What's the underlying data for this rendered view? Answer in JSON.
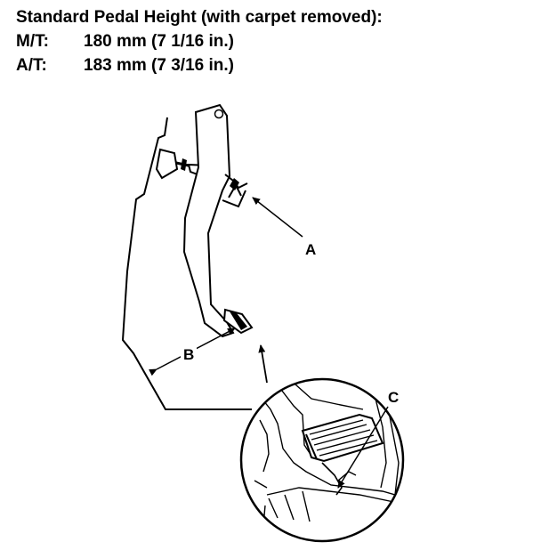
{
  "spec": {
    "title": "Standard Pedal Height (with carpet removed):",
    "rows": [
      {
        "label": "M/T:",
        "value": "180 mm (7 1/16 in.)"
      },
      {
        "label": "A/T:",
        "value": "183 mm (7 3/16 in.)"
      }
    ]
  },
  "callouts": {
    "a": "A",
    "b": "B",
    "c": "C"
  }
}
